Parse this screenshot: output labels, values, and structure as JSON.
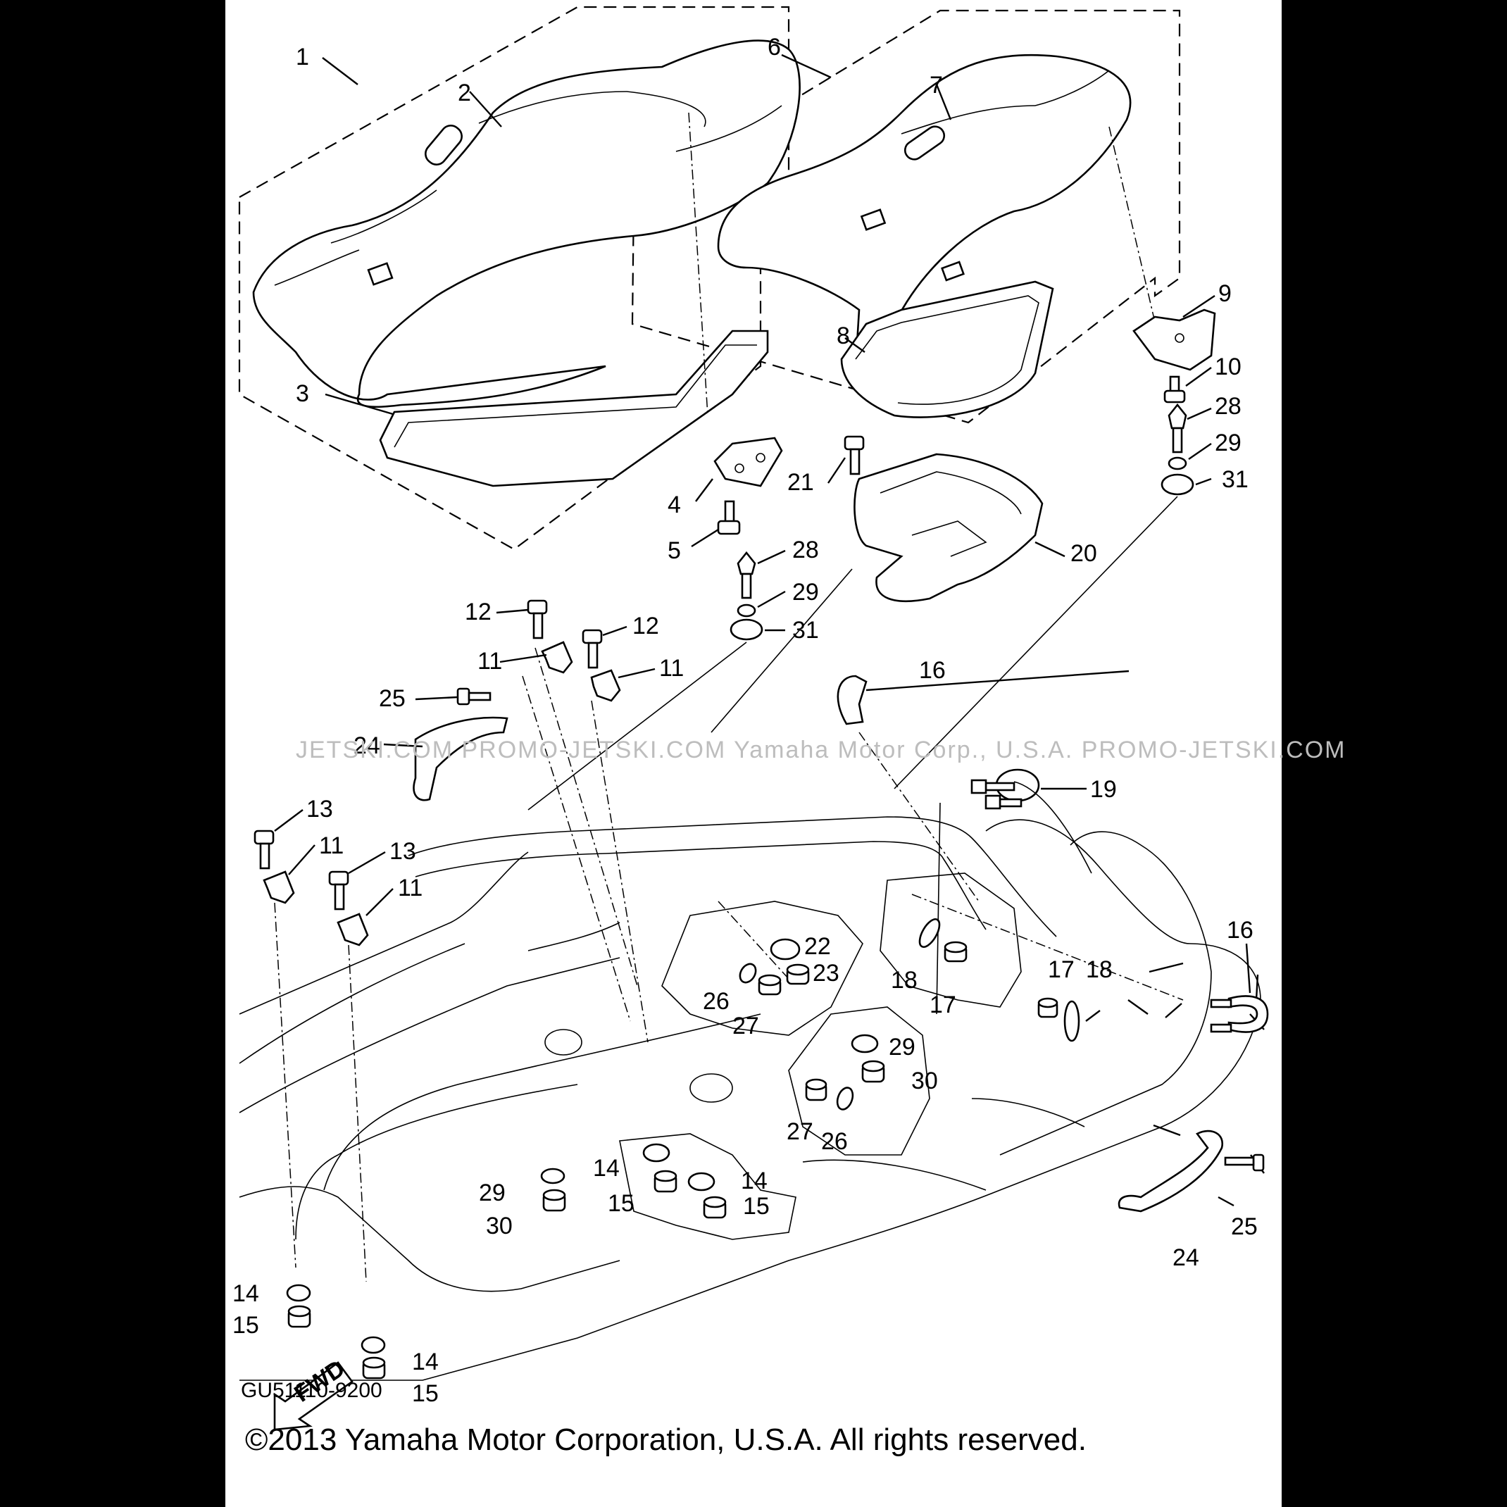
{
  "diagram": {
    "callouts": [
      "1",
      "2",
      "3",
      "4",
      "5",
      "6",
      "7",
      "8",
      "9",
      "10",
      "11",
      "12",
      "13",
      "14",
      "15",
      "16",
      "17",
      "18",
      "19",
      "20",
      "21",
      "22",
      "23",
      "24",
      "25",
      "26",
      "27",
      "28",
      "29",
      "30",
      "31"
    ],
    "fwd_label": "FWD",
    "diagram_code": "GU51110-9200",
    "copyright": "©2013 Yamaha Motor Corporation, U.S.A. All rights reserved.",
    "watermark": "JETSKI.COM   PROMO-JETSKI.COM   Yamaha Motor Corp., U.S.A.   PROMO-JETSKI.COM"
  }
}
